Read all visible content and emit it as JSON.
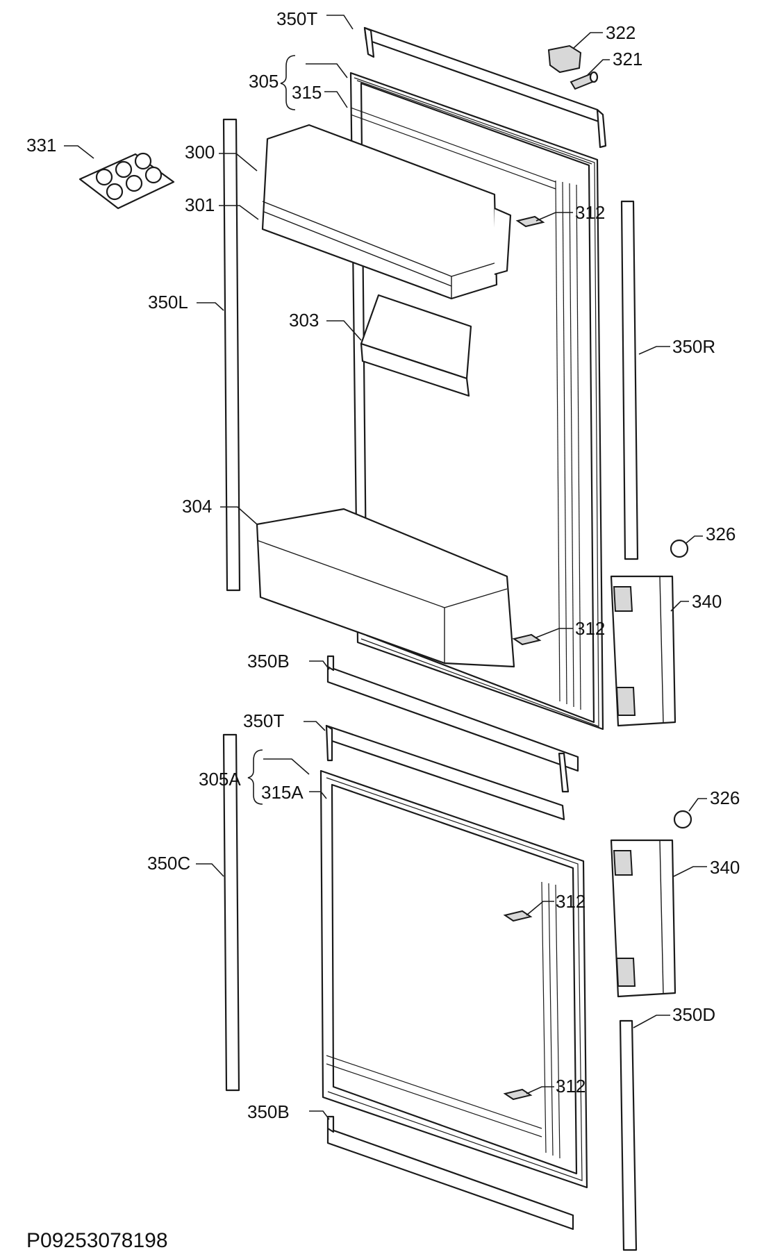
{
  "diagram_code": "P09253078198",
  "labels": {
    "l_350t_top": "350T",
    "l_322": "322",
    "l_321": "321",
    "l_305": "305",
    "l_315": "315",
    "l_331": "331",
    "l_300": "300",
    "l_301": "301",
    "l_312_a": "312",
    "l_350l": "350L",
    "l_303": "303",
    "l_350r": "350R",
    "l_304": "304",
    "l_326_a": "326",
    "l_340_a": "340",
    "l_312_b": "312",
    "l_350b_a": "350B",
    "l_350t_bottom": "350T",
    "l_305a": "305A",
    "l_315a": "315A",
    "l_326_b": "326",
    "l_350c": "350C",
    "l_340_b": "340",
    "l_312_c": "312",
    "l_350d": "350D",
    "l_312_d": "312",
    "l_350b_b": "350B"
  }
}
